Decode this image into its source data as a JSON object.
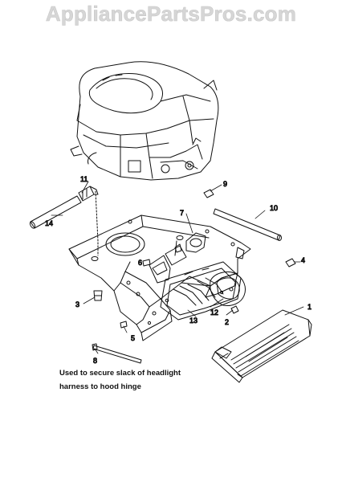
{
  "watermark": "AppliancePartsPros.com",
  "callouts": {
    "c1": "1",
    "c2": "2",
    "c3": "3",
    "c4": "4",
    "c5": "5",
    "c6": "6",
    "c7": "7",
    "c8": "8",
    "c9": "9",
    "c10": "10",
    "c11": "11",
    "c12": "12",
    "c13": "13",
    "c14": "14"
  },
  "note": {
    "line1": "Used to secure slack of headlight",
    "line2": "harness to hood hinge"
  }
}
